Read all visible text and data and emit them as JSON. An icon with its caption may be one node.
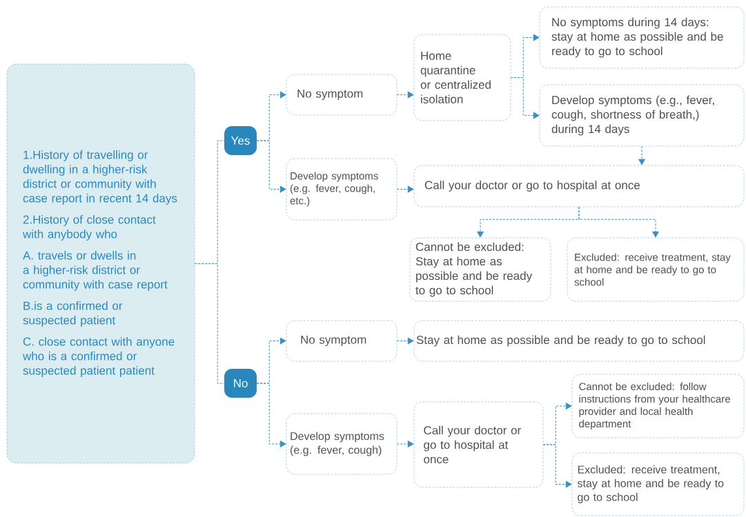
{
  "diagram": {
    "nodes": [
      {
        "text": [
          "1.History of travelling or dwelling in a higher-risk district or community with case report in recent 14 days",
          "2.History of close contact with anybody who",
          "A. travels or dwells in a higher-risk district or community with case report",
          "B.is a confirmed or suspected patient",
          "C. close contact with anyone who is a confirmed or suspected patient patient"
        ]
      },
      {
        "text": [
          "Yes"
        ]
      },
      {
        "text": [
          "No"
        ]
      },
      {
        "text": [
          "No symptom"
        ]
      },
      {
        "text": [
          "Home quarantine or centralized isolation"
        ]
      },
      {
        "text": [
          "No symptoms during 14 days: stay at home as possible and be ready to go to school"
        ]
      },
      {
        "text": [
          "Develop symptoms (e.g., fever, cough, shortness of breath,) during 14 days"
        ]
      },
      {
        "text": [
          "Develop symptoms",
          "(e.g. fever, cough, etc.)"
        ]
      },
      {
        "text": [
          "Call your doctor or go to hospital at once"
        ]
      },
      {
        "text": [
          "Cannot be excluded: Stay at home as possible and be ready to go to school"
        ]
      },
      {
        "text": [
          "Excluded: receive treatment, stay at home and be ready to go to school"
        ]
      },
      {
        "text": [
          "No symptom"
        ]
      },
      {
        "text": [
          "Stay at home as possible and be ready to go to school"
        ]
      },
      {
        "text": [
          "Develop symptoms",
          "(e.g. fever, cough)"
        ]
      },
      {
        "text": [
          "Call your doctor or go to hospital at once"
        ]
      },
      {
        "text": [
          "Cannot be excluded: follow instructions from your healthcare provider and local health department"
        ]
      },
      {
        "text": [
          "Excluded: receive treatment, stay at home and be ready to go to school"
        ]
      }
    ],
    "edges": [
      {
        "from": 0,
        "to": 1,
        "arrow": "none"
      },
      {
        "from": 0,
        "to": 2,
        "arrow": "none"
      },
      {
        "from": 1,
        "to": 3,
        "arrow": "to"
      },
      {
        "from": 1,
        "to": 7,
        "arrow": "to"
      },
      {
        "from": 3,
        "to": 4,
        "arrow": "to"
      },
      {
        "from": 4,
        "to": 5,
        "arrow": "to"
      },
      {
        "from": 4,
        "to": 6,
        "arrow": "to"
      },
      {
        "from": 6,
        "to": 8,
        "arrow": "to"
      },
      {
        "from": 7,
        "to": 8,
        "arrow": "to"
      },
      {
        "from": 8,
        "to": 9,
        "arrow": "to"
      },
      {
        "from": 8,
        "to": 10,
        "arrow": "to"
      },
      {
        "from": 2,
        "to": 11,
        "arrow": "to"
      },
      {
        "from": 2,
        "to": 13,
        "arrow": "to"
      },
      {
        "from": 11,
        "to": 12,
        "arrow": "to"
      },
      {
        "from": 13,
        "to": 14,
        "arrow": "to"
      },
      {
        "from": 14,
        "to": 15,
        "arrow": "to"
      },
      {
        "from": 14,
        "to": 16,
        "arrow": "to"
      }
    ]
  }
}
